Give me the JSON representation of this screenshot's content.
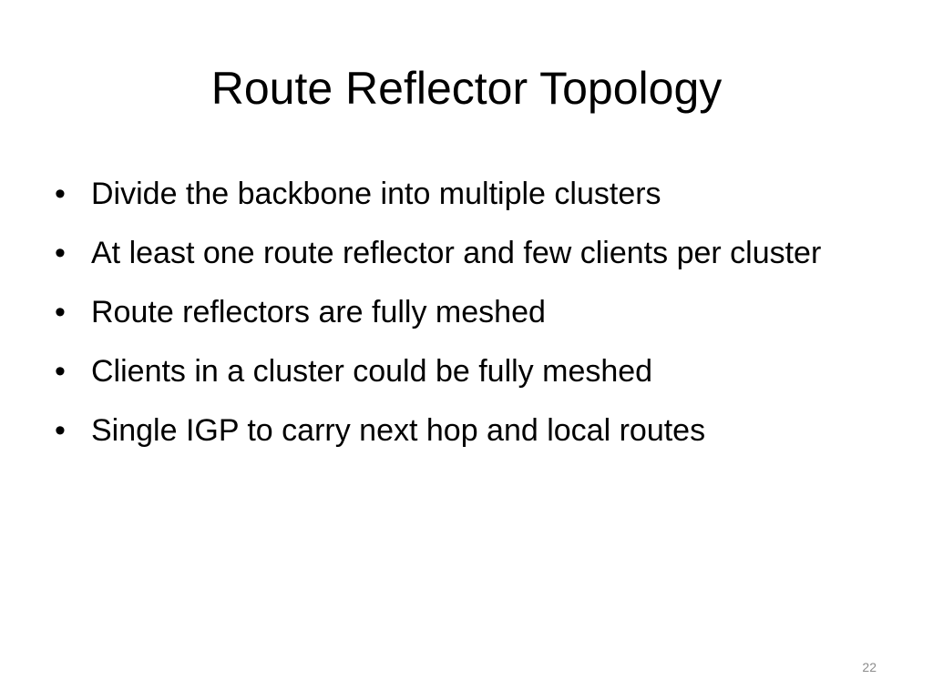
{
  "slide": {
    "title": "Route Reflector Topology",
    "bullet_glyph": "•",
    "bullets": [
      "Divide the backbone into multiple clusters",
      "At least one route reflector and few clients per cluster",
      "Route reflectors are fully meshed",
      "Clients in a cluster could be fully meshed",
      "Single IGP to carry next hop and local routes"
    ],
    "page_number": "22"
  }
}
